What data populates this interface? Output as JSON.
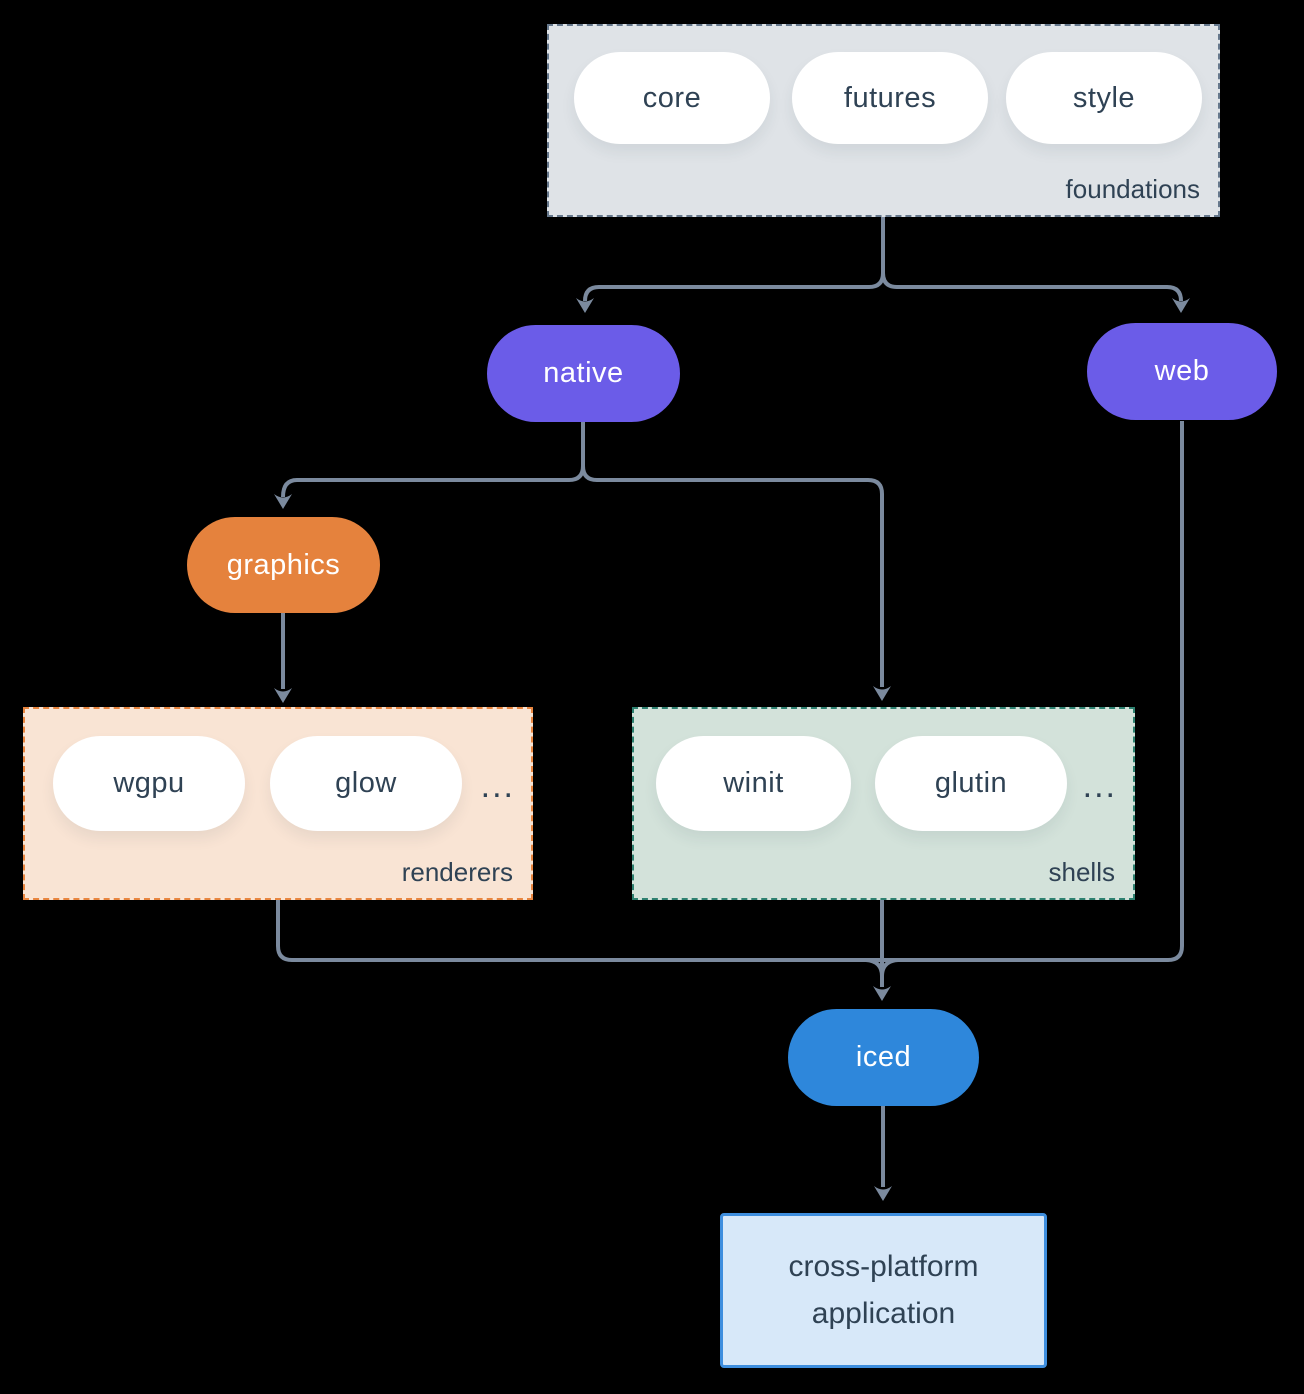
{
  "colors": {
    "node_purple": "#6b5ce8",
    "node_orange": "#e5823d",
    "node_blue": "#2e87db",
    "line": "#7b8a9e",
    "text_dark": "#2f4254",
    "foundations_bg": "#dfe3e7",
    "foundations_border": "#66788c",
    "renderers_bg": "#f9e4d4",
    "renderers_border": "#e8853f",
    "shells_bg": "#d3e2da",
    "shells_border": "#2e8170",
    "app_bg": "#d7e8f9",
    "app_border": "#3e8ede"
  },
  "groups": {
    "foundations": {
      "label": "foundations",
      "pills": [
        "core",
        "futures",
        "style"
      ]
    },
    "renderers": {
      "label": "renderers",
      "pills": [
        "wgpu",
        "glow"
      ],
      "more": "..."
    },
    "shells": {
      "label": "shells",
      "pills": [
        "winit",
        "glutin"
      ],
      "more": "..."
    }
  },
  "nodes": {
    "native": "native",
    "web": "web",
    "graphics": "graphics",
    "iced": "iced",
    "application": "cross-platform application"
  }
}
